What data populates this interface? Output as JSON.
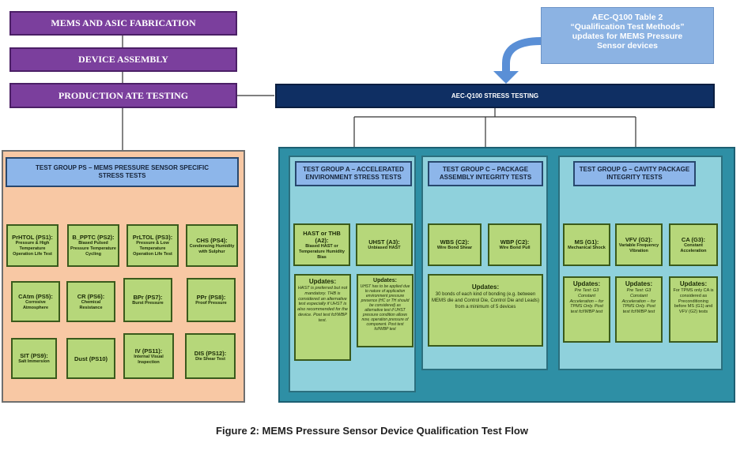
{
  "left_flow": {
    "fabrication": "MEMS AND ASIC FABRICATION",
    "assembly": "DEVICE ASSEMBLY",
    "ate": "PRODUCTION ATE TESTING"
  },
  "callout": {
    "line1": "AEC-Q100 Table 2",
    "line2": "“Qualification Test Methods”",
    "line3": "updates for MEMS Pressure",
    "line4": "Sensor devices"
  },
  "stress_testing": "AEC-Q100 STRESS TESTING",
  "group_ps": {
    "header_line1": "TEST GROUP PS – MEMS PRESSURE SENSOR SPECIFIC",
    "header_line2": "STRESS TESTS",
    "tests": [
      {
        "title": "PrHTOL (PS1):",
        "sub": "Pressure & High Temperature Operation Life Test"
      },
      {
        "title": "B_PPTC (PS2):",
        "sub": "Biased Pulsed Pressure Temperature Cycling"
      },
      {
        "title": "PrLTOL (PS3):",
        "sub": "Pressure & Low Temperature Operation Life Test"
      },
      {
        "title": "CHS (PS4):",
        "sub": "Condensing Humidity with Sulphur"
      },
      {
        "title": "CAtm (PS5):",
        "sub": "Corrosive Atmosphere"
      },
      {
        "title": "CR (PS6):",
        "sub": "Chemical Resistance"
      },
      {
        "title": "BPr (PS7):",
        "sub": "Burst Pressure"
      },
      {
        "title": "PPr (PS8):",
        "sub": "Proof Pressure"
      },
      {
        "title": "SIT (PS9):",
        "sub": "Salt Immersion"
      },
      {
        "title": "Dust (PS10)",
        "sub": ""
      },
      {
        "title": "IV (PS11):",
        "sub": "Internal Visual Inspection"
      },
      {
        "title": "DIS (PS12):",
        "sub": "Die Shear Test"
      }
    ]
  },
  "group_a": {
    "header_line1": "TEST GROUP A – ACCELERATED",
    "header_line2": "ENVIRONMENT STRESS TESTS",
    "tests": [
      {
        "title": "HAST or THB (A2):",
        "sub": "Biased HAST or Temperature Humidity Bias"
      },
      {
        "title": "UHST (A3):",
        "sub": "Unbiased HAST"
      }
    ],
    "updates": [
      {
        "title": "Updates:",
        "text": "HAST is preferred but not mandatory. THB is considered an alternative test especially if UHST is also recommended for the device. Post test fcf/WBP test."
      },
      {
        "title": "Updates:",
        "text": "UHST has to be applied due to nature of application environment pressure presence (HC or TH should be considered) as alternative test if UHST pressure condition allows now, operation pressure of component. Post test fcf/WBP test"
      }
    ]
  },
  "group_c": {
    "header_line1": "TEST GROUP C – PACKAGE",
    "header_line2": "ASSEMBLY INTEGRITY TESTS",
    "tests": [
      {
        "title": "WBS (C2):",
        "sub": "Wire Bond Shear"
      },
      {
        "title": "WBP (C2):",
        "sub": "Wire Bond Pull"
      }
    ],
    "updates": {
      "title": "Updates:",
      "text": "30 bonds of each kind of bonding (e.g. between MEMS die and Control Die, Control Die and Leads) from a minimum of 5 devices"
    }
  },
  "group_g": {
    "header_line1": "TEST GROUP G – CAVITY PACKAGE",
    "header_line2": "INTEGRITY TESTS",
    "tests": [
      {
        "title": "MS (G1):",
        "sub": "Mechanical Shock"
      },
      {
        "title": "VFV (G2):",
        "sub": "Variable Frequency Vibration"
      },
      {
        "title": "CA (G3):",
        "sub": "Constant Acceleration"
      }
    ],
    "updates": [
      {
        "title": "Updates:",
        "text": "Pre Test: G3 Constant Acceleration – for TPMS Only. Post test fcf/WBP test"
      },
      {
        "title": "Updates:",
        "text": "Pre Test: G3 Constant Acceleration – for TPMS Only. Post test fcf/WBP test"
      },
      {
        "title": "Updates:",
        "text": "For TPMS only CA is considered as Preconditioning before MS (G1) and VFV (G2) tests"
      }
    ]
  },
  "caption": "Figure 2:  MEMS Pressure Sensor Device Qualification Test Flow",
  "colors": {
    "purple": "#7b3f9d",
    "navy": "#0f2f63",
    "orange_panel": "#f8c8a4",
    "teal_panel": "#2e8fa5",
    "green_box": "#b6d77a",
    "blue_header": "#8db6ea",
    "callout": "#8cb3e3"
  }
}
